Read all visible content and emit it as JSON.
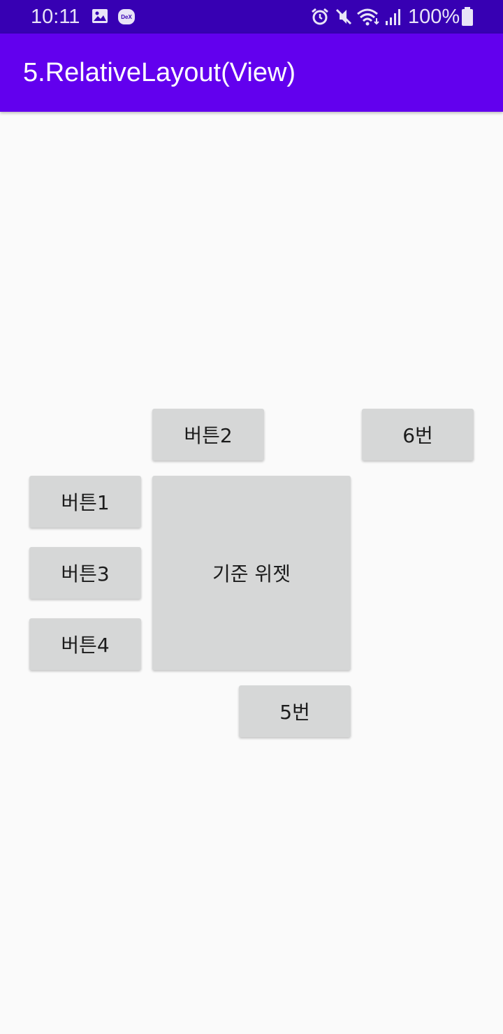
{
  "status_bar": {
    "time": "10:11",
    "battery_percent": "100%",
    "icons": [
      "gallery-icon",
      "dex-icon",
      "alarm-icon",
      "mute-icon",
      "wifi-icon",
      "signal-icon",
      "battery-icon"
    ],
    "dex_label": "DeX"
  },
  "app_bar": {
    "title": "5.RelativeLayout(View)",
    "color": "#6200ee"
  },
  "buttons": {
    "button2": "버튼2",
    "button6": "6번",
    "button1": "버튼1",
    "button3": "버튼3",
    "button4": "버튼4",
    "base_widget": "기준 위젯",
    "button5": "5번"
  },
  "colors": {
    "status_bar": "#3700b3",
    "background": "#fafafa",
    "button": "#d6d7d7"
  }
}
